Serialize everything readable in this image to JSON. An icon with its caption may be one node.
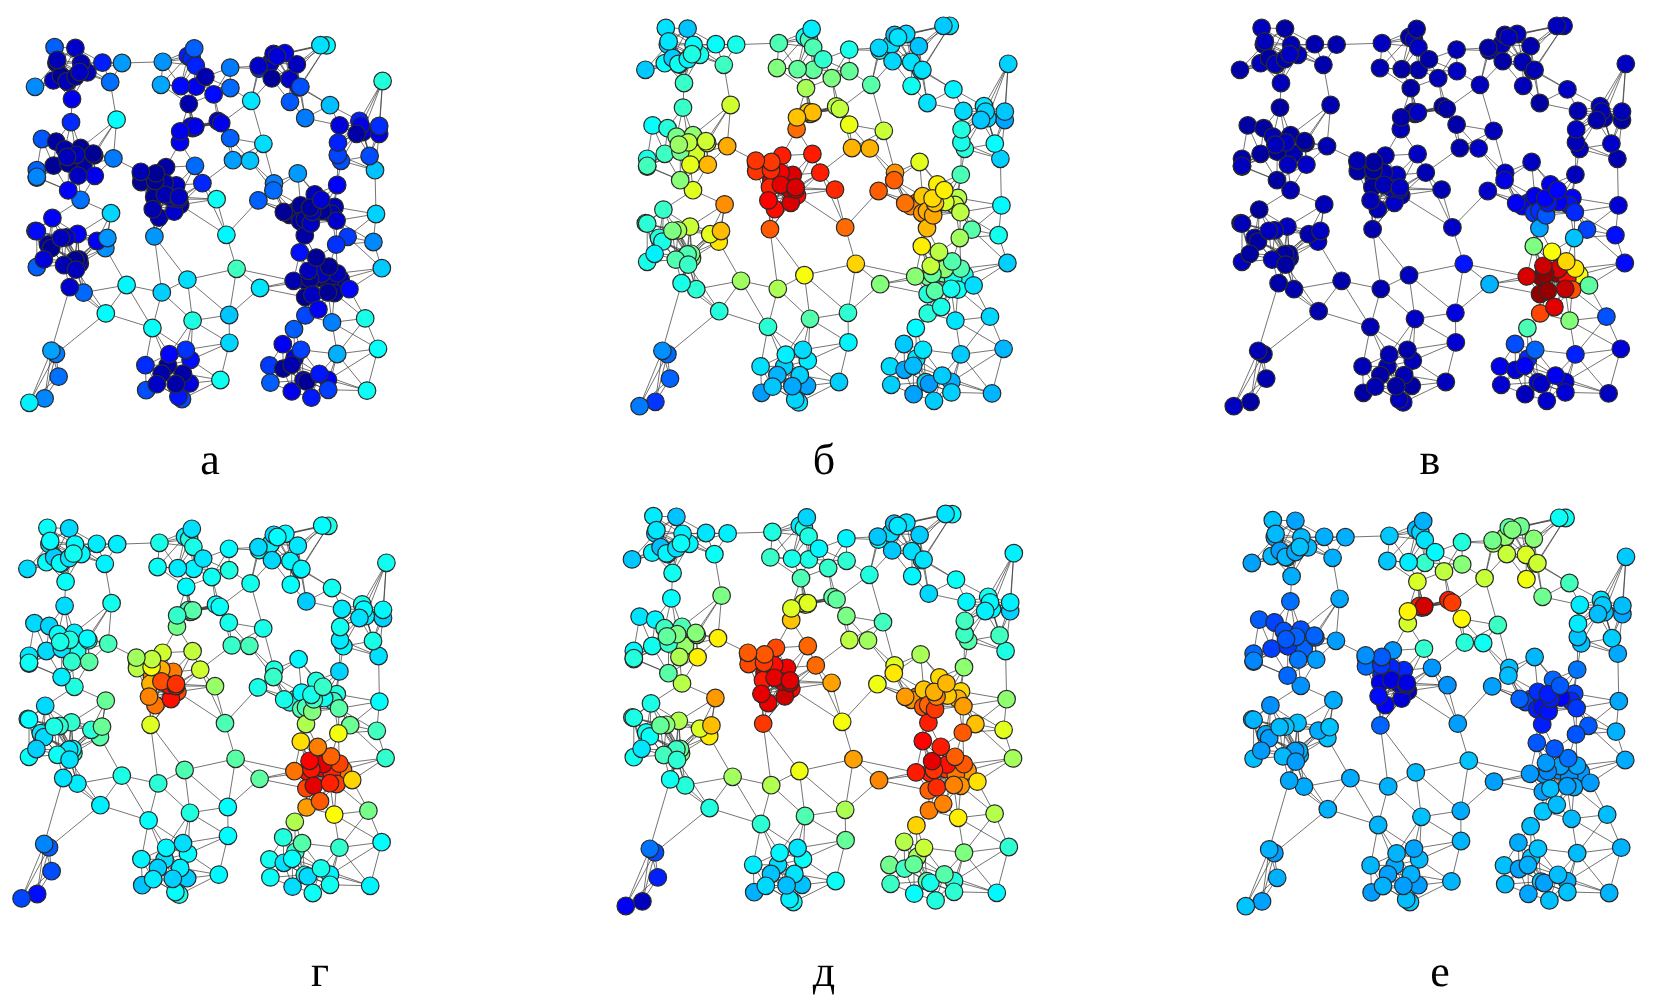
{
  "diagram": {
    "labels": [
      "а",
      "б",
      "в",
      "г",
      "д",
      "е"
    ]
  }
}
